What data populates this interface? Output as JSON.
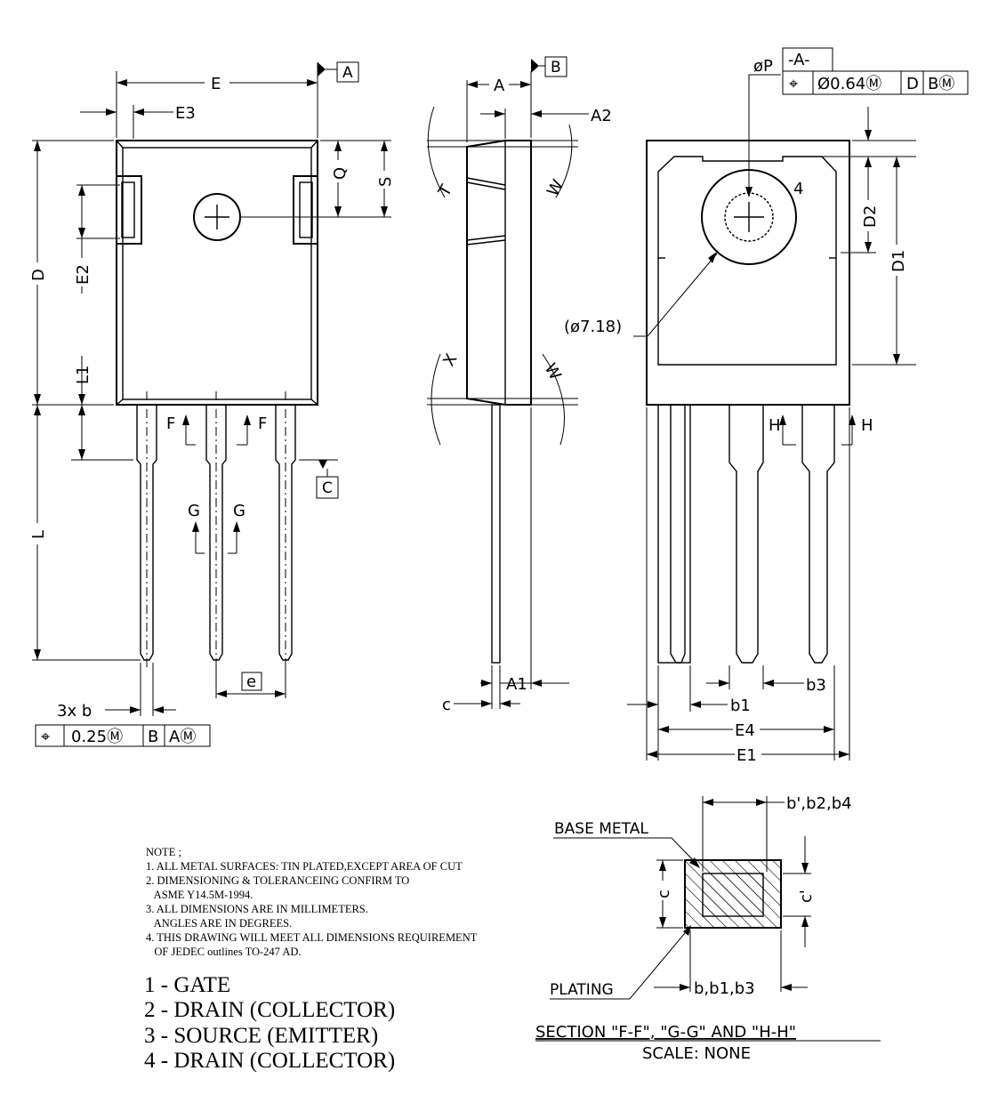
{
  "datums": {
    "a": "A",
    "b": "B",
    "c": "C",
    "a_frame": "-A-"
  },
  "front_view": {
    "dims": {
      "E": "E",
      "E3": "E3",
      "D": "D",
      "E2": "E2",
      "Q": "Q",
      "S": "S",
      "L1": "L1",
      "L": "L",
      "e": "e",
      "F1": "F",
      "F2": "F",
      "G1": "G",
      "G2": "G"
    },
    "lead_label": "3x  b",
    "fcf": {
      "symbol": "⌖",
      "tol": "0.25Ⓜ",
      "d1": "B",
      "d2": "AⓂ"
    }
  },
  "side_view": {
    "dims": {
      "A": "A",
      "A2": "A2",
      "A1": "A1",
      "c": "c",
      "T": "T",
      "W1": "W",
      "X": "X",
      "W2": "W"
    }
  },
  "back_view": {
    "dims": {
      "P": "øP",
      "D2": "D2",
      "D1": "D1",
      "hole": "(ø7.18)",
      "pin4": "4",
      "H1": "H",
      "H2": "H",
      "b1": "b1",
      "b3": "b3",
      "E4": "E4",
      "E1": "E1"
    },
    "fcf": {
      "symbol": "⌖",
      "tol": "Ø0.64Ⓜ",
      "d1": "D",
      "d2": "BⓂ"
    }
  },
  "section": {
    "base_metal": "BASE METAL",
    "plating": "PLATING",
    "b_top": "b',b2,b4",
    "b_bottom": "b,b1,b3",
    "c": "c",
    "c_prime": "c'",
    "title": "SECTION \"F-F\", \"G-G\" AND \"H-H\"",
    "scale": "SCALE:  NONE"
  },
  "notes": {
    "heading": "NOTE ;",
    "lines": [
      "1. ALL METAL SURFACES: TIN PLATED,EXCEPT AREA OF CUT",
      "2. DIMENSIONING & TOLERANCEING CONFIRM TO",
      "   ASME Y14.5M-1994.",
      "3. ALL DIMENSIONS ARE IN MILLIMETERS.",
      "   ANGLES ARE IN DEGREES.",
      "4. THIS DRAWING WILL MEET ALL DIMENSIONS REQUIREMENT",
      "   OF JEDEC outlines TO-247 AD."
    ]
  },
  "pins": [
    "1 - GATE",
    "2 - DRAIN (COLLECTOR)",
    "3 - SOURCE (EMITTER)",
    "4 - DRAIN (COLLECTOR)"
  ]
}
